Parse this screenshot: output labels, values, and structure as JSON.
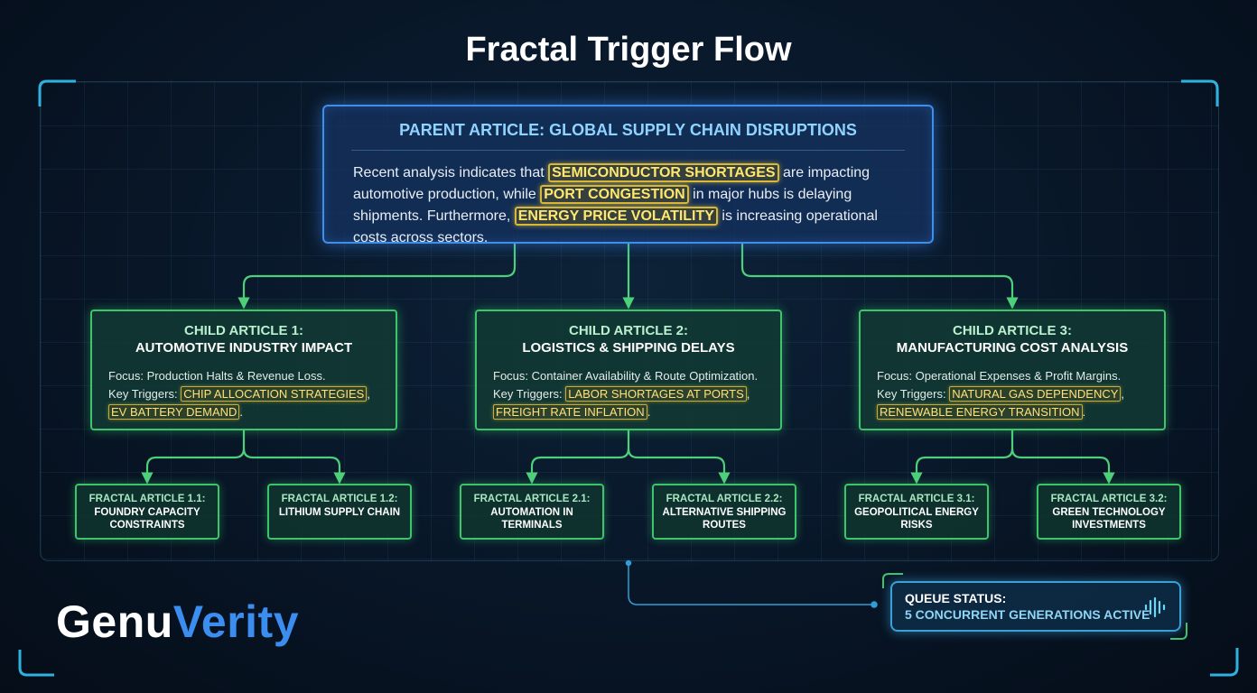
{
  "title": "Fractal Trigger Flow",
  "parent": {
    "title": "PARENT ARTICLE: GLOBAL SUPPLY CHAIN DISRUPTIONS",
    "seg1": "Recent analysis indicates that ",
    "hl1": "SEMICONDUCTOR SHORTAGES",
    "seg2": " are impacting automotive production, while ",
    "hl2": "PORT CONGESTION",
    "seg3": " in major hubs is delaying shipments. Furthermore, ",
    "hl3": "ENERGY PRICE VOLATILITY",
    "seg4": " is increasing operational costs across sectors."
  },
  "children": [
    {
      "label": "CHILD ARTICLE 1:",
      "subtitle": "AUTOMOTIVE INDUSTRY IMPACT",
      "focus": "Focus: Production Halts & Revenue Loss.",
      "triggers_label": "Key Triggers: ",
      "trigger1": "CHIP ALLOCATION STRATEGIES",
      "trigger2": "EV BATTERY DEMAND",
      "sep": ",",
      "end": "."
    },
    {
      "label": "CHILD ARTICLE 2:",
      "subtitle": "LOGISTICS & SHIPPING DELAYS",
      "focus": "Focus: Container Availability & Route Optimization.",
      "triggers_label": "Key Triggers: ",
      "trigger1": "LABOR SHORTAGES AT PORTS",
      "trigger2": "FREIGHT RATE INFLATION",
      "sep": ",",
      "end": "."
    },
    {
      "label": "CHILD ARTICLE 3:",
      "subtitle": "MANUFACTURING COST ANALYSIS",
      "focus": "Focus: Operational Expenses & Profit Margins.",
      "triggers_label": "Key Triggers: ",
      "trigger1": "NATURAL GAS DEPENDENCY",
      "trigger2": "RENEWABLE ENERGY TRANSITION",
      "sep": ",",
      "end": "."
    }
  ],
  "fractals": [
    {
      "label": "FRACTAL ARTICLE 1.1:",
      "line1": "FOUNDRY CAPACITY",
      "line2": "CONSTRAINTS"
    },
    {
      "label": "FRACTAL ARTICLE 1.2:",
      "line1": "LITHIUM SUPPLY CHAIN",
      "line2": ""
    },
    {
      "label": "FRACTAL ARTICLE 2.1:",
      "line1": "AUTOMATION IN",
      "line2": "TERMINALS"
    },
    {
      "label": "FRACTAL ARTICLE 2.2:",
      "line1": "ALTERNATIVE SHIPPING",
      "line2": "ROUTES"
    },
    {
      "label": "FRACTAL ARTICLE 3.1:",
      "line1": "GEOPOLITICAL ENERGY",
      "line2": "RISKS"
    },
    {
      "label": "FRACTAL ARTICLE 3.2:",
      "line1": "GREEN TECHNOLOGY",
      "line2": "INVESTMENTS"
    }
  ],
  "logo": {
    "part1": "Genu",
    "part2": "Verity"
  },
  "queue": {
    "title": "QUEUE STATUS:",
    "value": "5 CONCURRENT GENERATIONS ACTIVE",
    "icon": "audio-wave-icon"
  },
  "colors": {
    "parent_border": "#3f8fe8",
    "child_border": "#3ec46a",
    "trigger_highlight": "#d8b838",
    "logo_accent": "#3b8ef0",
    "connector": "#4ed07a"
  }
}
